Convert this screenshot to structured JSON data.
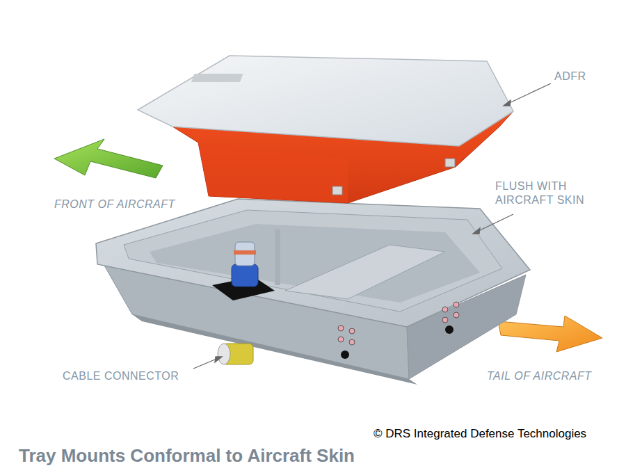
{
  "diagram": {
    "caption": "Tray Mounts Conformal to Aircraft Skin",
    "labels": [
      "ADFR",
      "FLUSH WITH AIRCRAFT SKIN",
      "FRONT OF AIRCRAFT",
      "CABLE CONNECTOR",
      "TAIL OF AIRCRAFT",
      "© DRS Integrated Defense Technologies"
    ]
  }
}
